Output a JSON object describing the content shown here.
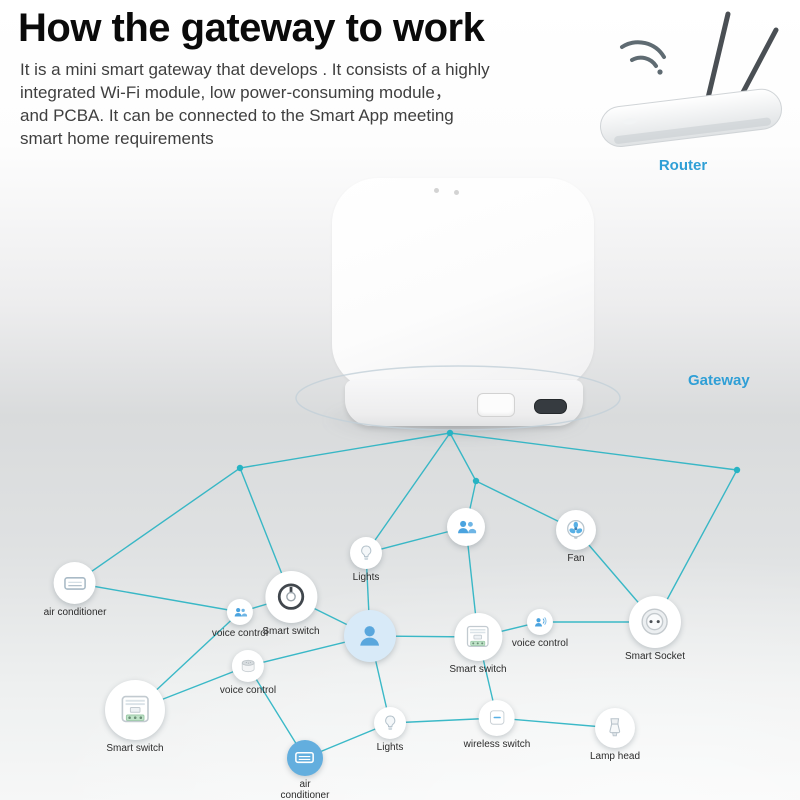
{
  "page": {
    "title": "How the gateway to work",
    "description_lines": [
      "It is a mini smart gateway that develops . It consists of a highly",
      "integrated Wi-Fi module, low power-consuming  module，",
      "and PCBA.  It can be connected to the Smart App meeting",
      "smart home requirements"
    ]
  },
  "labels": {
    "router": "Router",
    "gateway": "Gateway"
  },
  "colors": {
    "accent_blue": "#2f9fd6",
    "line_teal": "#27b3c3",
    "icon_blue": "#4aa3df"
  },
  "nodes": [
    {
      "id": "air-conditioner-left",
      "label": "air conditioner",
      "icon": "air-conditioner-icon"
    },
    {
      "id": "voice-control-people",
      "label": "voice control",
      "icon": "people-icon"
    },
    {
      "id": "smart-switch-dial",
      "label": "Smart switch",
      "icon": "dial-icon"
    },
    {
      "id": "lights-upper",
      "label": "Lights",
      "icon": "bulb-icon"
    },
    {
      "id": "people-mid",
      "label": "",
      "icon": "people-icon"
    },
    {
      "id": "fan",
      "label": "Fan",
      "icon": "fan-icon"
    },
    {
      "id": "person-big",
      "label": "",
      "icon": "person-icon"
    },
    {
      "id": "smart-switch-mini",
      "label": "Smart switch",
      "icon": "breaker-icon"
    },
    {
      "id": "voice-control-small",
      "label": "voice control",
      "icon": "voice-icon"
    },
    {
      "id": "smart-socket",
      "label": "Smart Socket",
      "icon": "socket-icon"
    },
    {
      "id": "voice-control-speaker",
      "label": "voice control",
      "icon": "speaker-icon"
    },
    {
      "id": "smart-switch-big",
      "label": "Smart switch",
      "icon": "breaker-icon"
    },
    {
      "id": "lights-lower",
      "label": "Lights",
      "icon": "bulb-icon"
    },
    {
      "id": "wireless-switch",
      "label": "wireless switch",
      "icon": "wireless-switch-icon"
    },
    {
      "id": "lamp-head",
      "label": "Lamp head",
      "icon": "lamp-head-icon"
    },
    {
      "id": "air-conditioner-blue",
      "label": "air conditioner",
      "icon": "air-conditioner-white-icon"
    }
  ]
}
